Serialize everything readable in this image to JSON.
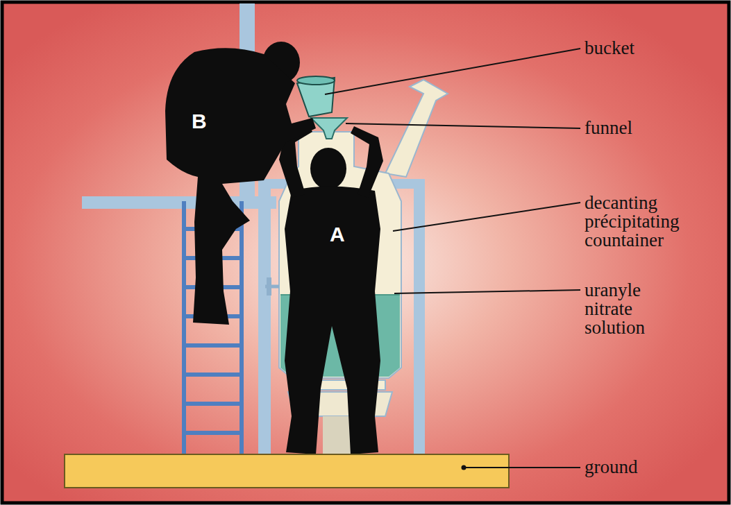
{
  "diagram": {
    "labels": [
      "B",
      "A",
      "bucket",
      "funnel",
      "decanting précipitating countainer",
      "uranyle nitrate solution",
      "ground"
    ]
  }
}
